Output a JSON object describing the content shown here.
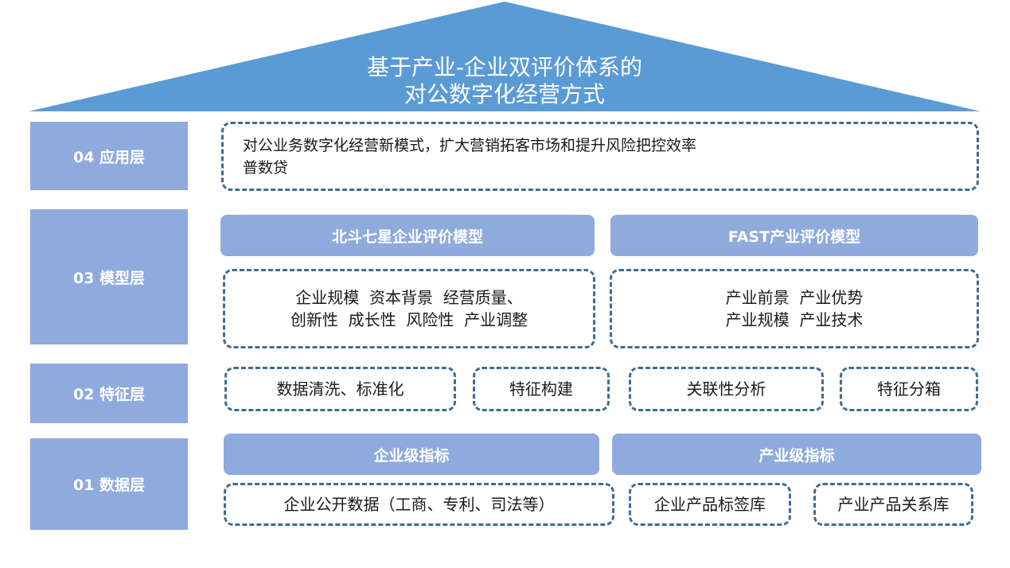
{
  "roof": {
    "title_line1": "基于产业-企业双评价体系的",
    "title_line2": "对公数字化经营方式",
    "color": "#5b9bd5"
  },
  "layers": {
    "application": {
      "label": "04 应用层",
      "content_line1": "对公业务数字化经营新模式，扩大营销拓客市场和提升风险把控效率",
      "content_line2": "普数贷"
    },
    "model": {
      "label": "03 模型层",
      "left_header": "北斗七星企业评价模型",
      "left_line1": "企业规模  资本背景  经营质量、",
      "left_line2": "创新性  成长性  风险性  产业调整",
      "right_header": "FAST产业评价模型",
      "right_line1": "产业前景  产业优势",
      "right_line2": "产业规模  产业技术"
    },
    "feature": {
      "label": "02 特征层",
      "items": [
        "数据清洗、标准化",
        "特征构建",
        "关联性分析",
        "特征分箱"
      ]
    },
    "data": {
      "label": "01 数据层",
      "left_header": "企业级指标",
      "right_header": "产业级指标",
      "items": [
        "企业公开数据（工商、专利、司法等）",
        "企业产品标签库",
        "产业产品关系库"
      ]
    }
  },
  "colors": {
    "layer_fill": "#8faadc",
    "dash_border": "#3d6d94"
  }
}
